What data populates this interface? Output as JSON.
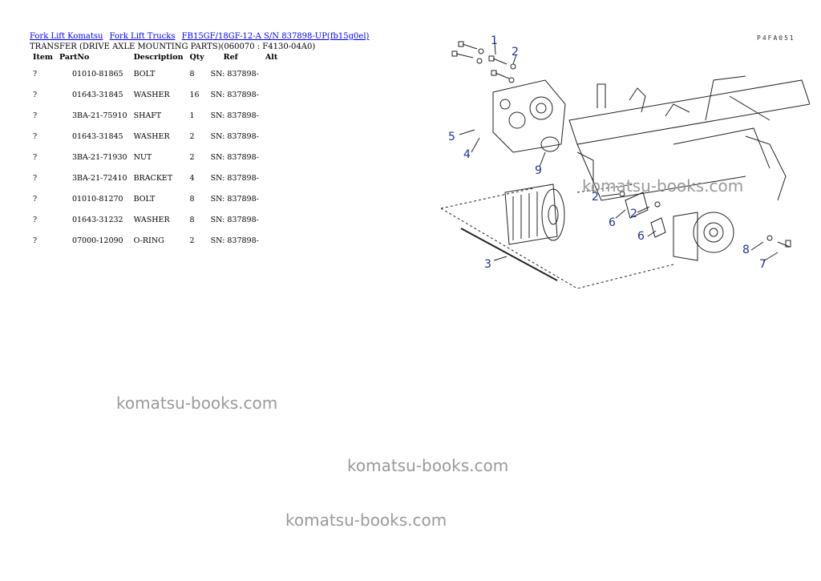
{
  "breadcrumb": [
    "Fork Lift Komatsu",
    "Fork Lift Trucks",
    "FB15GF/18GF-12-A S/N 837898-UP(fb15g0el)"
  ],
  "page_title": "TRANSFER (DRIVE AXLE MOUNTING PARTS)(060070 : F4130-04A0)",
  "table": {
    "headers": [
      "Item",
      "PartNo",
      "Description",
      "Qty",
      "Ref",
      "Alt"
    ],
    "rows": [
      {
        "item": "?",
        "part_no": "01010-81865",
        "description": "BOLT",
        "qty": "8",
        "ref": "SN: 837898-",
        "alt": ""
      },
      {
        "item": "?",
        "part_no": "01643-31845",
        "description": "WASHER",
        "qty": "16",
        "ref": "SN: 837898-",
        "alt": ""
      },
      {
        "item": "?",
        "part_no": "3BA-21-75910",
        "description": "SHAFT",
        "qty": "1",
        "ref": "SN: 837898-",
        "alt": ""
      },
      {
        "item": "?",
        "part_no": "01643-31845",
        "description": "WASHER",
        "qty": "2",
        "ref": "SN: 837898-",
        "alt": ""
      },
      {
        "item": "?",
        "part_no": "3BA-21-71930",
        "description": "NUT",
        "qty": "2",
        "ref": "SN: 837898-",
        "alt": ""
      },
      {
        "item": "?",
        "part_no": "3BA-21-72410",
        "description": "BRACKET",
        "qty": "4",
        "ref": "SN: 837898-",
        "alt": ""
      },
      {
        "item": "?",
        "part_no": "01010-81270",
        "description": "BOLT",
        "qty": "8",
        "ref": "SN: 837898-",
        "alt": ""
      },
      {
        "item": "?",
        "part_no": "01643-31232",
        "description": "WASHER",
        "qty": "8",
        "ref": "SN: 837898-",
        "alt": ""
      },
      {
        "item": "?",
        "part_no": "07000-12090",
        "description": "O-RING",
        "qty": "2",
        "ref": "SN: 837898-",
        "alt": ""
      }
    ]
  },
  "diagram": {
    "code": "P4FA051",
    "callouts": [
      "1",
      "2",
      "5",
      "4",
      "9",
      "2",
      "6",
      "2",
      "6",
      "3",
      "8",
      "7"
    ]
  },
  "watermark": "komatsu-books.com"
}
